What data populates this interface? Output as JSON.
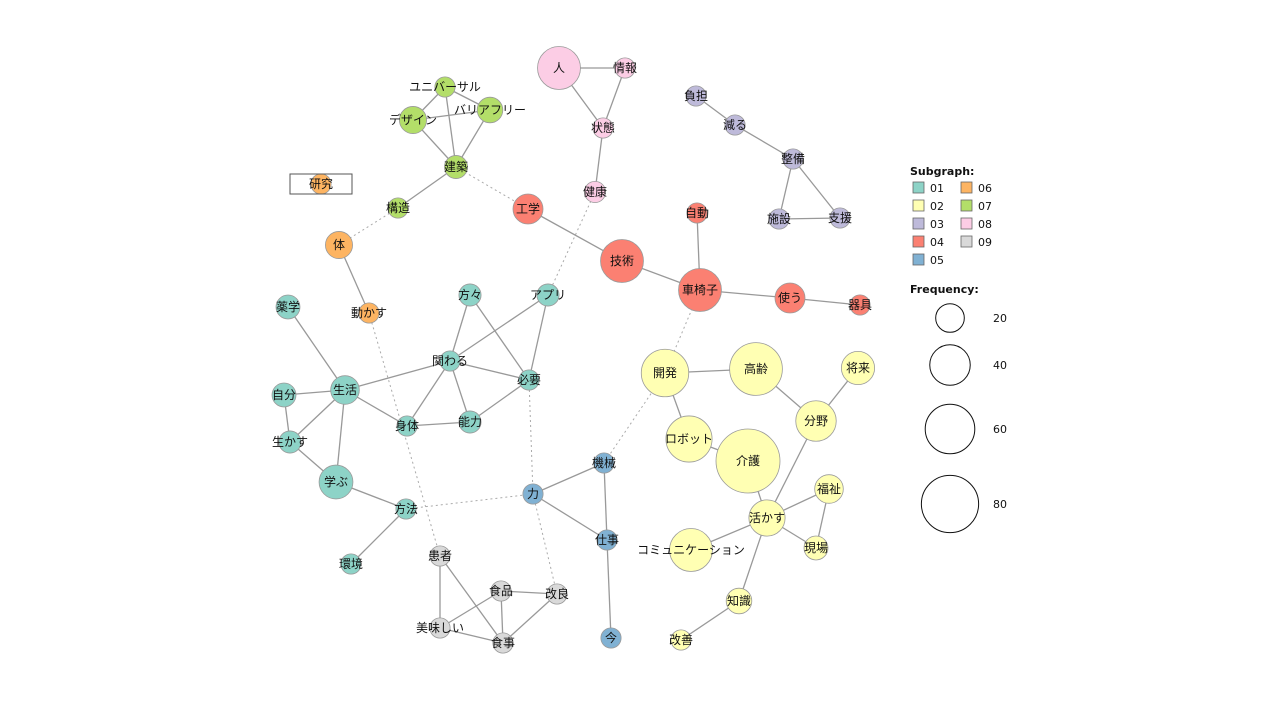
{
  "legend": {
    "subgraph_title": "Subgraph:",
    "subgraphs": [
      {
        "id": "01",
        "color": "#8dd3c7"
      },
      {
        "id": "02",
        "color": "#ffffb3"
      },
      {
        "id": "03",
        "color": "#bebada"
      },
      {
        "id": "04",
        "color": "#fb8072"
      },
      {
        "id": "05",
        "color": "#80b1d3"
      },
      {
        "id": "06",
        "color": "#fdb462"
      },
      {
        "id": "07",
        "color": "#b3de69"
      },
      {
        "id": "08",
        "color": "#fccde5"
      },
      {
        "id": "09",
        "color": "#d9d9d9"
      }
    ],
    "frequency_title": "Frequency:",
    "frequencies": [
      "20",
      "40",
      "60",
      "80"
    ]
  },
  "nodes": [
    {
      "id": "jinn",
      "label": "人",
      "group": "08",
      "freq": 45
    },
    {
      "id": "jouhou",
      "label": "情報",
      "group": "08",
      "freq": 10
    },
    {
      "id": "joutai",
      "label": "状態",
      "group": "08",
      "freq": 10
    },
    {
      "id": "kenkou",
      "label": "健康",
      "group": "08",
      "freq": 11
    },
    {
      "id": "universal",
      "label": "ユニバーサル",
      "group": "07",
      "freq": 10
    },
    {
      "id": "barrierfree",
      "label": "バリアフリー",
      "group": "07",
      "freq": 16
    },
    {
      "id": "design",
      "label": "デザイン",
      "group": "07",
      "freq": 18
    },
    {
      "id": "kenchiku",
      "label": "建築",
      "group": "07",
      "freq": 13
    },
    {
      "id": "kouzou",
      "label": "構造",
      "group": "07",
      "freq": 10
    },
    {
      "id": "kenkyuu",
      "label": "研究",
      "group": "06",
      "freq": 10
    },
    {
      "id": "karada",
      "label": "体",
      "group": "06",
      "freq": 18
    },
    {
      "id": "ugokasu",
      "label": "動かす",
      "group": "06",
      "freq": 10
    },
    {
      "id": "futan",
      "label": "負担",
      "group": "03",
      "freq": 10
    },
    {
      "id": "heru",
      "label": "減る",
      "group": "03",
      "freq": 10
    },
    {
      "id": "seibi",
      "label": "整備",
      "group": "03",
      "freq": 10
    },
    {
      "id": "shisetsu",
      "label": "施設",
      "group": "03",
      "freq": 10
    },
    {
      "id": "shien",
      "label": "支援",
      "group": "03",
      "freq": 10
    },
    {
      "id": "kougaku",
      "label": "工学",
      "group": "04",
      "freq": 22
    },
    {
      "id": "gijutsu",
      "label": "技術",
      "group": "04",
      "freq": 45
    },
    {
      "id": "jidou",
      "label": "自動",
      "group": "04",
      "freq": 10
    },
    {
      "id": "kurumaisu",
      "label": "車椅子",
      "group": "04",
      "freq": 45
    },
    {
      "id": "tsukau",
      "label": "使う",
      "group": "04",
      "freq": 22
    },
    {
      "id": "kigu",
      "label": "器具",
      "group": "04",
      "freq": 10
    },
    {
      "id": "yakugaku",
      "label": "薬学",
      "group": "01",
      "freq": 14
    },
    {
      "id": "katagata",
      "label": "方々",
      "group": "01",
      "freq": 12
    },
    {
      "id": "app",
      "label": "アプリ",
      "group": "01",
      "freq": 12
    },
    {
      "id": "kakawaru",
      "label": "関わる",
      "group": "01",
      "freq": 10
    },
    {
      "id": "hitsuyou",
      "label": "必要",
      "group": "01",
      "freq": 10
    },
    {
      "id": "jibun",
      "label": "自分",
      "group": "01",
      "freq": 14
    },
    {
      "id": "seikatsu",
      "label": "生活",
      "group": "01",
      "freq": 20
    },
    {
      "id": "shintai",
      "label": "身体",
      "group": "01",
      "freq": 10
    },
    {
      "id": "nouryoku",
      "label": "能力",
      "group": "01",
      "freq": 12
    },
    {
      "id": "ikasu",
      "label": "生かす",
      "group": "01",
      "freq": 12
    },
    {
      "id": "manabu",
      "label": "学ぶ",
      "group": "01",
      "freq": 28
    },
    {
      "id": "houhou",
      "label": "方法",
      "group": "01",
      "freq": 10
    },
    {
      "id": "kankyou",
      "label": "環境",
      "group": "01",
      "freq": 10
    },
    {
      "id": "kaihatsu",
      "label": "開発",
      "group": "02",
      "freq": 55
    },
    {
      "id": "koureisha",
      "label": "高齢",
      "group": "02",
      "freq": 68
    },
    {
      "id": "shourai",
      "label": "将来",
      "group": "02",
      "freq": 27
    },
    {
      "id": "robot",
      "label": "ロボット",
      "group": "02",
      "freq": 52
    },
    {
      "id": "kaigo",
      "label": "介護",
      "group": "02",
      "freq": 100
    },
    {
      "id": "bunya",
      "label": "分野",
      "group": "02",
      "freq": 40
    },
    {
      "id": "fukushi",
      "label": "福祉",
      "group": "02",
      "freq": 20
    },
    {
      "id": "ikasu2",
      "label": "活かす",
      "group": "02",
      "freq": 32
    },
    {
      "id": "genba",
      "label": "現場",
      "group": "02",
      "freq": 14
    },
    {
      "id": "comm",
      "label": "コミュニケーション",
      "group": "02",
      "freq": 45
    },
    {
      "id": "chishiki",
      "label": "知識",
      "group": "02",
      "freq": 16
    },
    {
      "id": "kaizen2",
      "label": "改善",
      "group": "02",
      "freq": 10
    },
    {
      "id": "kikai",
      "label": "機械",
      "group": "05",
      "freq": 10
    },
    {
      "id": "chikara",
      "label": "力",
      "group": "05",
      "freq": 10
    },
    {
      "id": "shigoto",
      "label": "仕事",
      "group": "05",
      "freq": 10
    },
    {
      "id": "ima",
      "label": "今",
      "group": "05",
      "freq": 10
    },
    {
      "id": "kanja",
      "label": "患者",
      "group": "09",
      "freq": 10
    },
    {
      "id": "shokuhin",
      "label": "食品",
      "group": "09",
      "freq": 10
    },
    {
      "id": "kairyou",
      "label": "改良",
      "group": "09",
      "freq": 10
    },
    {
      "id": "oishii",
      "label": "美味しい",
      "group": "09",
      "freq": 10
    },
    {
      "id": "shokuji",
      "label": "食事",
      "group": "09",
      "freq": 10
    }
  ],
  "edges": [
    [
      "jinn",
      "jouhou",
      false
    ],
    [
      "jinn",
      "joutai",
      false
    ],
    [
      "jouhou",
      "joutai",
      false
    ],
    [
      "joutai",
      "kenkou",
      false
    ],
    [
      "universal",
      "design",
      false
    ],
    [
      "universal",
      "barrierfree",
      false
    ],
    [
      "universal",
      "kenchiku",
      false
    ],
    [
      "design",
      "barrierfree",
      false
    ],
    [
      "design",
      "kenchiku",
      false
    ],
    [
      "barrierfree",
      "kenchiku",
      false
    ],
    [
      "kenchiku",
      "kouzou",
      false
    ],
    [
      "karada",
      "ugokasu",
      false
    ],
    [
      "futan",
      "heru",
      false
    ],
    [
      "heru",
      "seibi",
      false
    ],
    [
      "seibi",
      "shisetsu",
      false
    ],
    [
      "seibi",
      "shien",
      false
    ],
    [
      "shisetsu",
      "shien",
      false
    ],
    [
      "kougaku",
      "gijutsu",
      false
    ],
    [
      "gijutsu",
      "kurumaisu",
      false
    ],
    [
      "jidou",
      "kurumaisu",
      false
    ],
    [
      "kurumaisu",
      "tsukau",
      false
    ],
    [
      "tsukau",
      "kigu",
      false
    ],
    [
      "yakugaku",
      "seikatsu",
      false
    ],
    [
      "jibun",
      "seikatsu",
      false
    ],
    [
      "jibun",
      "ikasu",
      false
    ],
    [
      "seikatsu",
      "ikasu",
      false
    ],
    [
      "seikatsu",
      "manabu",
      false
    ],
    [
      "seikatsu",
      "kakawaru",
      false
    ],
    [
      "seikatsu",
      "shintai",
      false
    ],
    [
      "katagata",
      "kakawaru",
      false
    ],
    [
      "katagata",
      "hitsuyou",
      false
    ],
    [
      "app",
      "kakawaru",
      false
    ],
    [
      "app",
      "hitsuyou",
      false
    ],
    [
      "kakawaru",
      "hitsuyou",
      false
    ],
    [
      "kakawaru",
      "shintai",
      false
    ],
    [
      "kakawaru",
      "nouryoku",
      false
    ],
    [
      "hitsuyou",
      "nouryoku",
      false
    ],
    [
      "shintai",
      "nouryoku",
      false
    ],
    [
      "ikasu",
      "manabu",
      false
    ],
    [
      "manabu",
      "houhou",
      false
    ],
    [
      "houhou",
      "kankyou",
      false
    ],
    [
      "kaihatsu",
      "koureisha",
      false
    ],
    [
      "kaihatsu",
      "robot",
      false
    ],
    [
      "robot",
      "kaigo",
      false
    ],
    [
      "koureisha",
      "bunya",
      false
    ],
    [
      "shourai",
      "bunya",
      false
    ],
    [
      "bunya",
      "ikasu2",
      false
    ],
    [
      "kaigo",
      "ikasu2",
      false
    ],
    [
      "fukushi",
      "ikasu2",
      false
    ],
    [
      "fukushi",
      "genba",
      false
    ],
    [
      "ikasu2",
      "genba",
      false
    ],
    [
      "ikasu2",
      "comm",
      false
    ],
    [
      "ikasu2",
      "chishiki",
      false
    ],
    [
      "chishiki",
      "kaizen2",
      false
    ],
    [
      "chikara",
      "kikai",
      false
    ],
    [
      "chikara",
      "shigoto",
      false
    ],
    [
      "kikai",
      "shigoto",
      false
    ],
    [
      "shigoto",
      "ima",
      false
    ],
    [
      "kanja",
      "oishii",
      false
    ],
    [
      "kanja",
      "shokuji",
      false
    ],
    [
      "shokuhin",
      "kairyou",
      false
    ],
    [
      "shokuhin",
      "oishii",
      false
    ],
    [
      "shokuhin",
      "shokuji",
      false
    ],
    [
      "kairyou",
      "shokuji",
      false
    ],
    [
      "oishii",
      "shokuji",
      false
    ],
    [
      "kouzou",
      "karada",
      true
    ],
    [
      "kenchiku",
      "kougaku",
      true
    ],
    [
      "kenkou",
      "app",
      true
    ],
    [
      "kurumaisu",
      "kaihatsu",
      true
    ],
    [
      "kaihatsu",
      "kikai",
      true
    ],
    [
      "ugokasu",
      "kanja",
      true
    ],
    [
      "houhou",
      "chikara",
      true
    ],
    [
      "hitsuyou",
      "chikara",
      true
    ],
    [
      "chikara",
      "kairyou",
      true
    ]
  ]
}
